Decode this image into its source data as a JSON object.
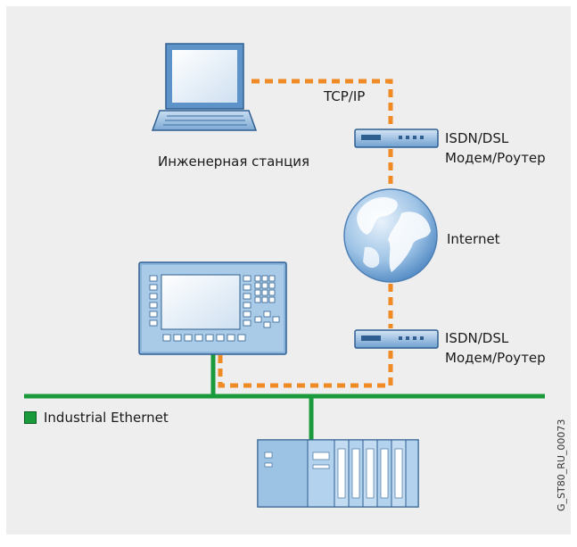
{
  "labels": {
    "tcpip": "TCP/IP",
    "modem_top_line1": "ISDN/DSL",
    "modem_top_line2": "Модем/Роутер",
    "engineering_station": "Инженерная станция",
    "internet": "Internet",
    "modem_bottom_line1": "ISDN/DSL",
    "modem_bottom_line2": "Модем/Роутер",
    "industrial_ethernet": "Industrial Ethernet"
  },
  "document_id": "G_ST80_RU_00073",
  "colors": {
    "ethernet_green": "#1a9a3a",
    "remote_link_orange": "#f08a24",
    "device_blue": "#a9cbe8",
    "background": "#eeeeee"
  },
  "icons": {
    "engineering_station": "laptop-icon",
    "modem": "modem-router-icon",
    "internet": "globe-icon",
    "panel": "operator-panel-icon",
    "plc": "plc-rack-icon"
  }
}
